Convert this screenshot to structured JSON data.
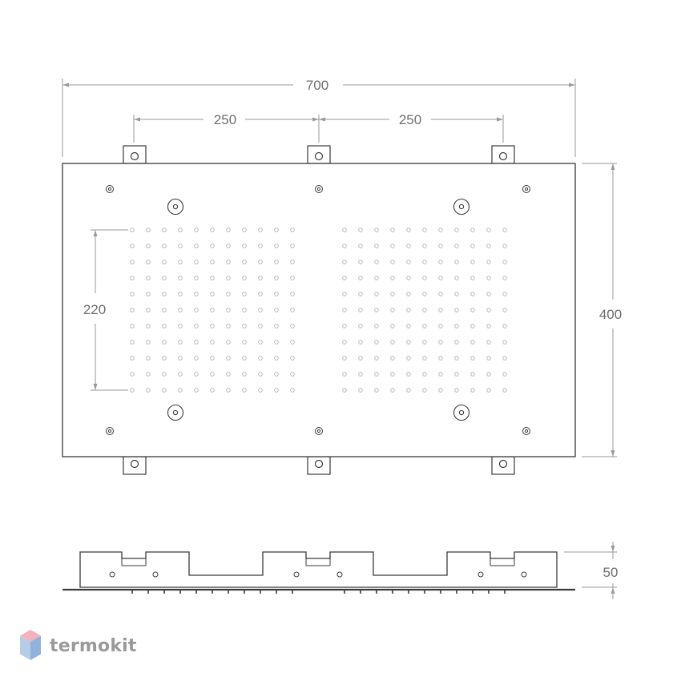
{
  "dimensions": {
    "total_width": "700",
    "spacing_left": "250",
    "spacing_right": "250",
    "total_height": "400",
    "grid_height": "220",
    "depth": "50"
  },
  "brand": {
    "name": "termokit"
  },
  "colors": {
    "outline": "#3a3a3a",
    "dimension": "#9a9a9a",
    "nozzle": "#b0b0b0",
    "logo_top": "#f4b3ba",
    "logo_left": "#b6cde8",
    "logo_right": "#90b2dc"
  }
}
